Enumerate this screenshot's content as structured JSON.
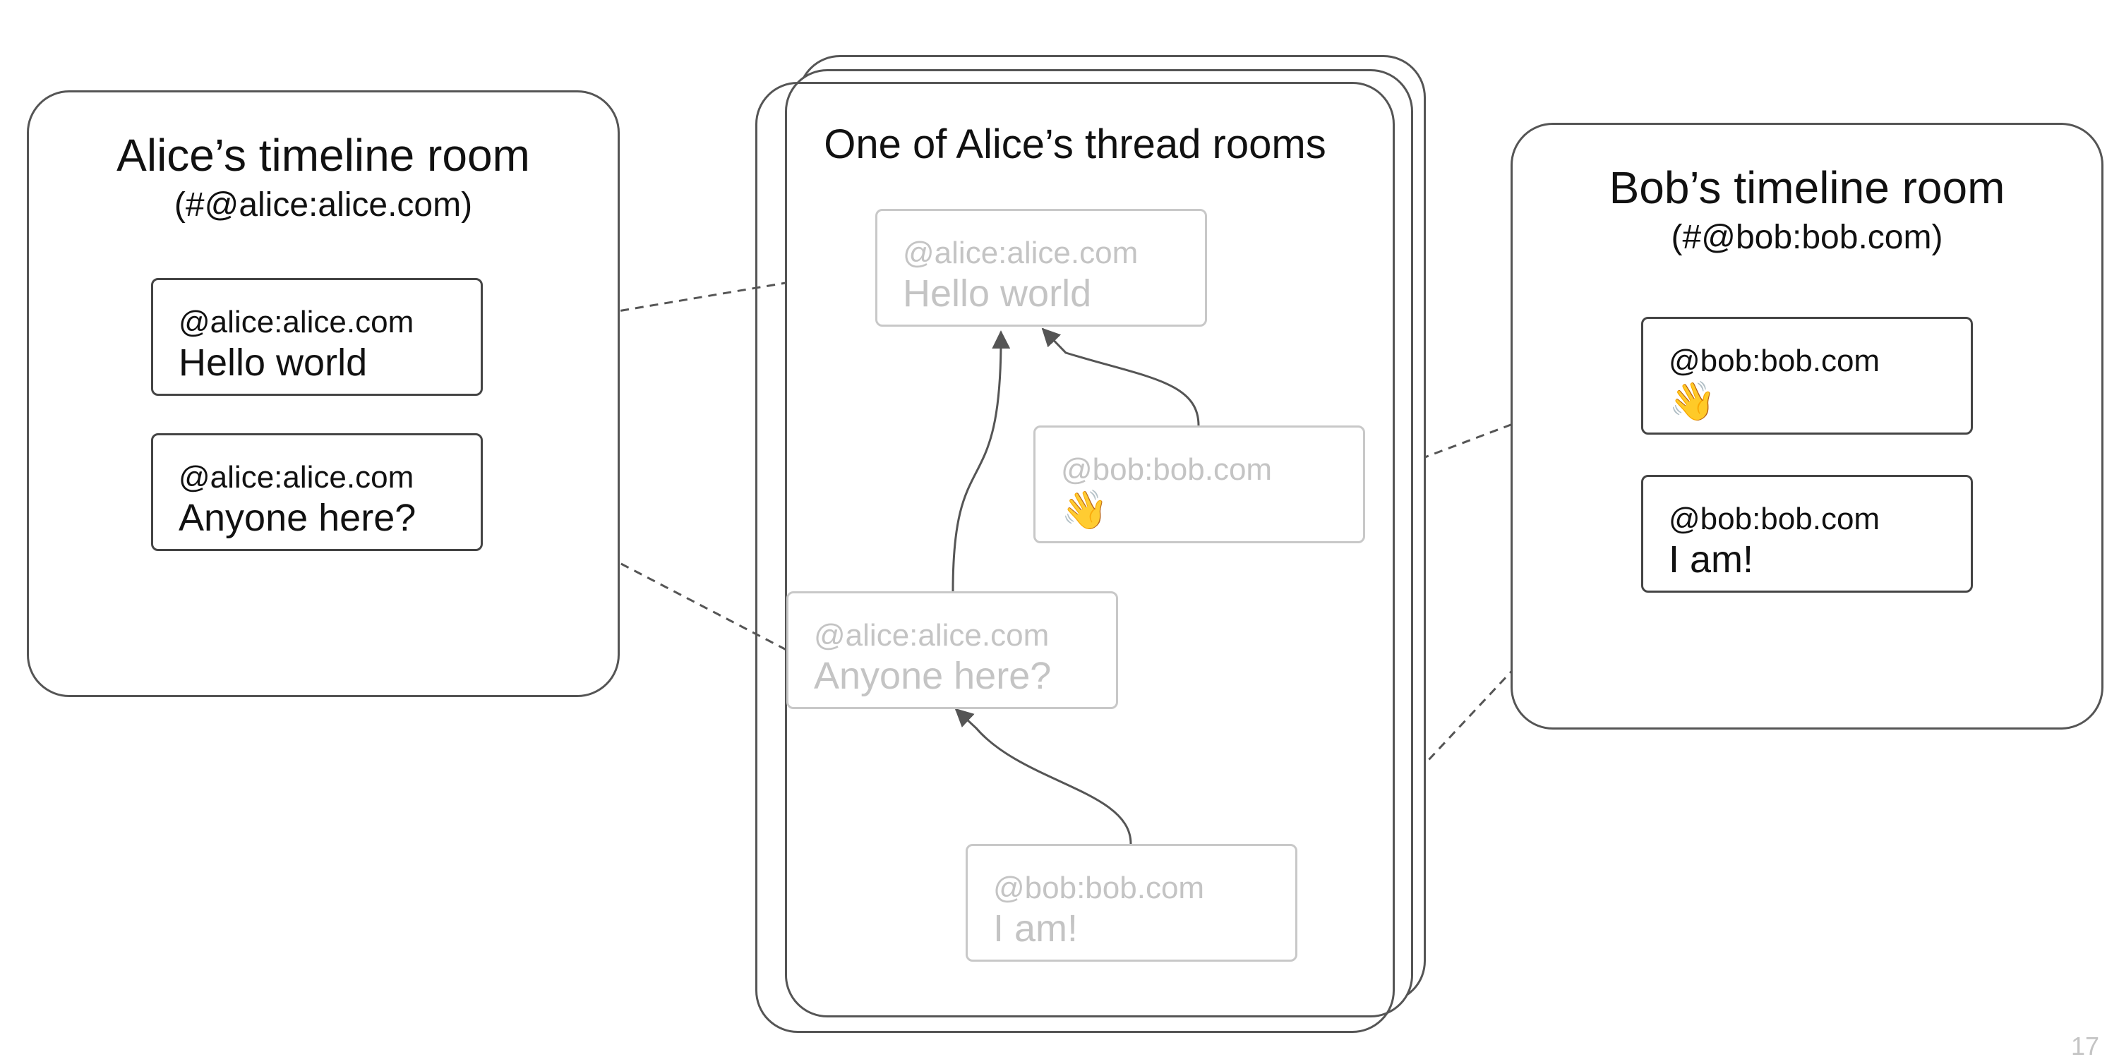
{
  "alice_room": {
    "title": "Alice’s timeline room",
    "subtitle": "(#@alice:alice.com)",
    "messages": [
      {
        "sender": "@alice:alice.com",
        "body": "Hello world"
      },
      {
        "sender": "@alice:alice.com",
        "body": "Anyone here?"
      }
    ]
  },
  "thread_room": {
    "title": "One of Alice’s thread rooms",
    "messages": [
      {
        "sender": "@alice:alice.com",
        "body": "Hello world"
      },
      {
        "sender": "@bob:bob.com",
        "body": "👋"
      },
      {
        "sender": "@alice:alice.com",
        "body": "Anyone here?"
      },
      {
        "sender": "@bob:bob.com",
        "body": "I am!"
      }
    ]
  },
  "bob_room": {
    "title": "Bob’s timeline room",
    "subtitle": "(#@bob:bob.com)",
    "messages": [
      {
        "sender": "@bob:bob.com",
        "body": "👋"
      },
      {
        "sender": "@bob:bob.com",
        "body": "I am!"
      }
    ]
  },
  "page_number": "17",
  "colors": {
    "border": "#555555",
    "faded_text": "#c4c4c4",
    "faded_border": "#c8c8c8",
    "arrow": "#555555"
  }
}
